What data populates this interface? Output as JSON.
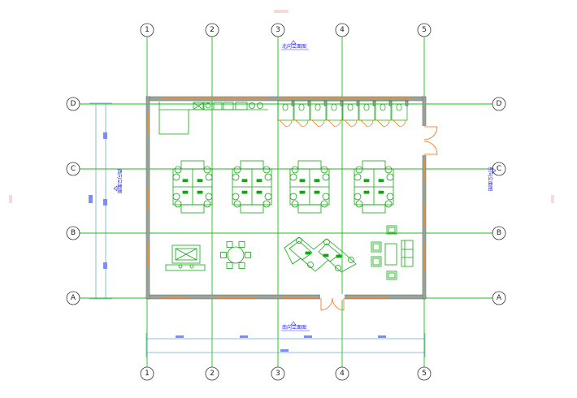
{
  "plan": {
    "grid_columns": [
      "1",
      "2",
      "3",
      "4",
      "5"
    ],
    "grid_rows": [
      "D",
      "C",
      "B",
      "A"
    ],
    "view_tags": {
      "north": "北向立面图",
      "south": "南向立面图",
      "west": "西向立面图",
      "east": "东向立面图"
    },
    "colors": {
      "wall": "#9aa39a",
      "wall_edge": "#5b665b",
      "window": "#ff8c1a",
      "grid_line": "#19c219",
      "furniture": "#0fa80f",
      "tag": "#2233ff",
      "dimension": "#6aaed6"
    },
    "icons": [
      "grid-bubble-icon",
      "door-swing-icon",
      "desk-cluster-icon",
      "sofa-icon",
      "round-table-icon",
      "toilet-stall-icon"
    ]
  }
}
